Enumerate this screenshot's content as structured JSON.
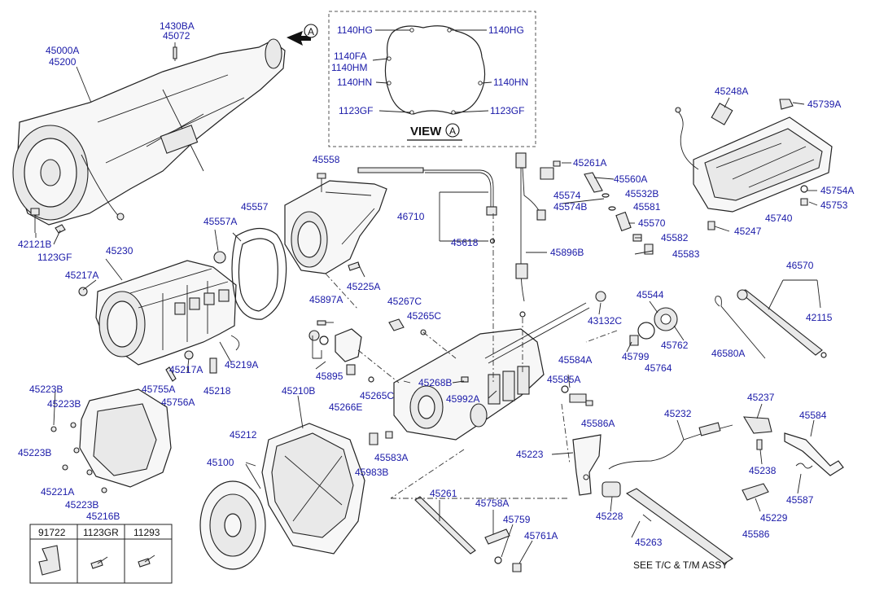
{
  "view_box": {
    "callouts": [
      "1140HG",
      "1140HG",
      "1140FA",
      "1140HM",
      "1140HN",
      "1140HN",
      "1123GF",
      "1123GF"
    ],
    "title": "VIEW",
    "marker": "A"
  },
  "arrow_marker": "A",
  "part_labels": [
    "1430BA",
    "45072",
    "45000A",
    "45200",
    "42121B",
    "1123GF",
    "45558",
    "45557",
    "45557A",
    "45230",
    "45217A",
    "45225A",
    "45897A",
    "45267C",
    "45265C",
    "45895",
    "45217A",
    "45219A",
    "45755A",
    "45756A",
    "45218",
    "45266E",
    "45265C",
    "45268B",
    "45992A",
    "46710",
    "45618",
    "45896B",
    "45261A",
    "45560A",
    "45574",
    "45574B",
    "45532B",
    "45581",
    "45570",
    "45582",
    "45583",
    "45248A",
    "45739A",
    "45754A",
    "45753",
    "45740",
    "45247",
    "46570",
    "42115",
    "46580A",
    "45544",
    "43132C",
    "45799",
    "45762",
    "45764",
    "45584A",
    "45585A",
    "45586A",
    "45223B",
    "45223B",
    "45223B",
    "45223B",
    "45221A",
    "45216B",
    "45210B",
    "45212",
    "45100",
    "45583A",
    "45983B",
    "45232",
    "45237",
    "45584",
    "45238",
    "45587",
    "45223",
    "45228",
    "45229",
    "45586",
    "45261",
    "45758A",
    "45759",
    "45761A",
    "45263"
  ],
  "note": "SEE T/C & T/M ASSY",
  "legend": {
    "columns": [
      "91722",
      "1123GR",
      "11293"
    ]
  }
}
